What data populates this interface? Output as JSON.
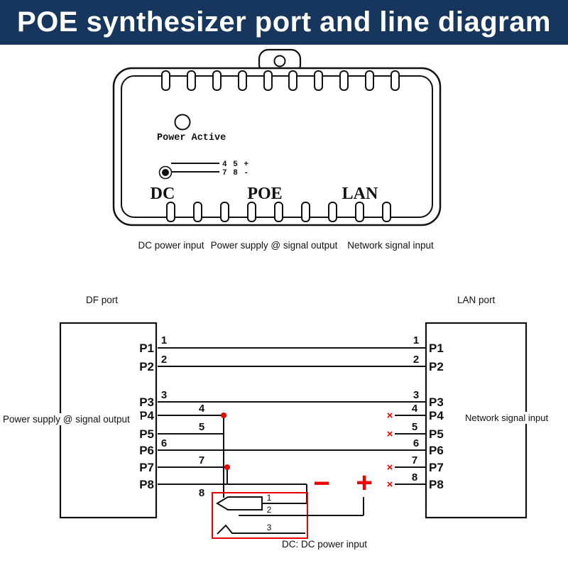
{
  "title": "POE synthesizer port and line diagram",
  "colors": {
    "banner_bg": "#16365E",
    "banner_text": "#FFFFFF",
    "accent_red": "#EE0000",
    "wire": "#111111"
  },
  "device": {
    "power_active": "Power Active",
    "wire_pair_top": "4 5 +",
    "wire_pair_bottom": "7 8 -",
    "port_dc": "DC",
    "port_poe": "POE",
    "port_lan": "LAN",
    "caption_dc": "DC power input",
    "caption_poe": "Power supply @ signal output",
    "caption_lan": "Network signal input"
  },
  "wiring": {
    "left_port": "DF port",
    "right_port": "LAN port",
    "left_label": "Power supply @ signal output",
    "right_label": "Network signal input",
    "left_pins": [
      "P1",
      "P2",
      "P3",
      "P4",
      "P5",
      "P6",
      "P7",
      "P8"
    ],
    "right_pins": [
      "P1",
      "P2",
      "P3",
      "P4",
      "P5",
      "P6",
      "P7",
      "P8"
    ],
    "numbers": [
      "1",
      "2",
      "3",
      "4",
      "5",
      "6",
      "7",
      "8"
    ],
    "cut_mark": "×",
    "minus": "−",
    "plus": "+",
    "dc_pins": [
      "1",
      "2",
      "3"
    ],
    "dc_caption": "DC: DC power input"
  }
}
